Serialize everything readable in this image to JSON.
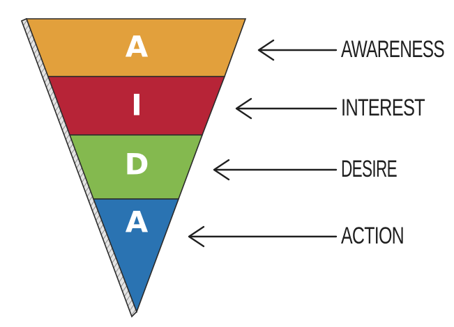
{
  "stages": [
    {
      "letter": "A",
      "label": "AWARENESS",
      "color": "#E2A03C"
    },
    {
      "letter": "I",
      "label": "INTEREST",
      "color": "#B72437"
    },
    {
      "letter": "D",
      "label": "DESIRE",
      "color": "#84B94F"
    },
    {
      "letter": "A",
      "label": "ACTION",
      "color": "#2A73B2"
    }
  ],
  "colors": {
    "outline": "#2B2B2B",
    "side_face": "#D9D9D9",
    "text": "#1F1F1F"
  },
  "icons": {
    "arrow": "left-arrow-icon"
  }
}
